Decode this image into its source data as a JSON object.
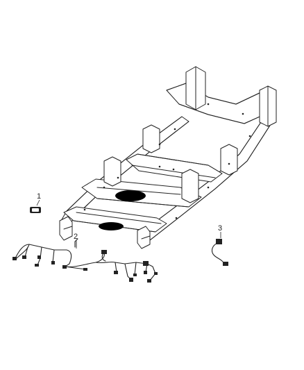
{
  "callouts": [
    {
      "id": "1",
      "label": "1"
    },
    {
      "id": "2",
      "label": "2"
    },
    {
      "id": "3",
      "label": "3"
    }
  ],
  "colors": {
    "line": "#222222",
    "background": "#ffffff"
  },
  "parts": [
    "chassis-frame",
    "connector-part-1",
    "frame-wiring-harness-part-2",
    "sensor-pigtail-part-3"
  ]
}
